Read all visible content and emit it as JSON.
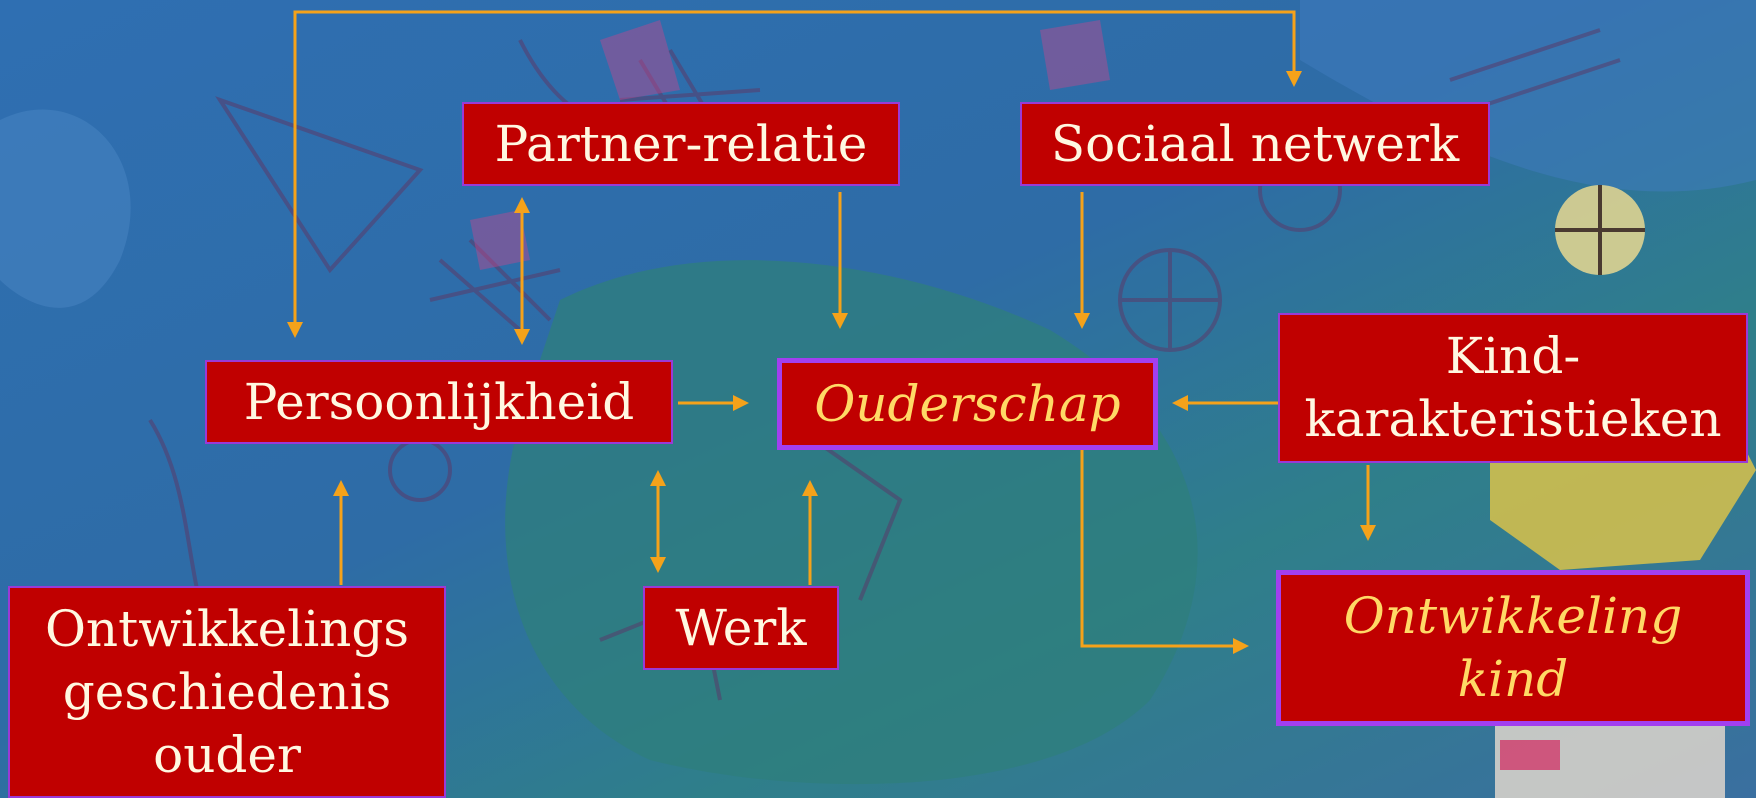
{
  "colors": {
    "box_fill": "#c00000",
    "box_border": "#9a3ad6",
    "central_border": "#a23ff0",
    "text": "#fff8e1",
    "central_text": "#ffd966",
    "arrow": "#f5a21a",
    "background": "#2d6aa8"
  },
  "nodes": {
    "partner": "Partner-relatie",
    "sociaal": "Sociaal netwerk",
    "persoonlijkheid": "Persoonlijkheid",
    "ouderschap": "Ouderschap",
    "kind_kar_1": "Kind-",
    "kind_kar_2": "karakteristieken",
    "ontw_ouder_1": "Ontwikkelings",
    "ontw_ouder_2": "geschiedenis",
    "ontw_ouder_3": "ouder",
    "werk": "Werk",
    "ontw_kind_1": "Ontwikkeling",
    "ontw_kind_2": "kind"
  }
}
